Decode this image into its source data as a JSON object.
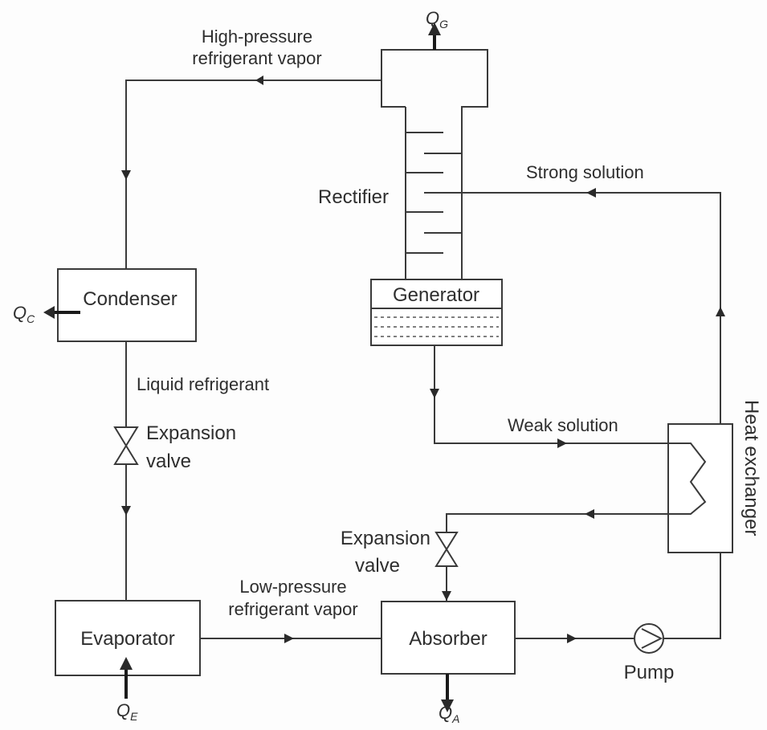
{
  "components": {
    "condenser": "Condenser",
    "generator": "Generator",
    "rectifier": "Rectifier",
    "evaporator": "Evaporator",
    "absorber": "Absorber",
    "heat_exchanger": "Heat exchanger",
    "pump": "Pump"
  },
  "expansion_valve_left": {
    "line1": "Expansion",
    "line2": "valve"
  },
  "expansion_valve_right": {
    "line1": "Expansion",
    "line2": "valve"
  },
  "flows": {
    "high_pressure_line1": "High-pressure",
    "high_pressure_line2": "refrigerant vapor",
    "strong_solution": "Strong solution",
    "weak_solution": "Weak solution",
    "liquid_refrigerant": "Liquid refrigerant",
    "low_pressure_line1": "Low-pressure",
    "low_pressure_line2": "refrigerant vapor"
  },
  "heat_flows": {
    "generator": {
      "symbol": "Q",
      "sub": "G"
    },
    "condenser": {
      "symbol": "Q",
      "sub": "C"
    },
    "evaporator": {
      "symbol": "Q",
      "sub": "E"
    },
    "absorber": {
      "symbol": "Q",
      "sub": "A"
    }
  }
}
